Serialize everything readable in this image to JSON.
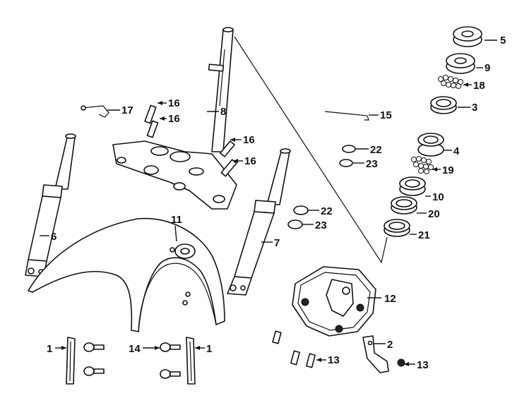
{
  "callouts": {
    "c1a": "1",
    "c1b": "1",
    "c2": "2",
    "c3": "3",
    "c4": "4",
    "c5": "5",
    "c6": "6",
    "c7": "7",
    "c8": "8",
    "c9": "9",
    "c10": "10",
    "c11": "11",
    "c12": "12",
    "c13a": "13",
    "c13b": "13",
    "c14": "14",
    "c15": "15",
    "c16a": "16",
    "c16b": "16",
    "c16c": "16",
    "c16d": "16",
    "c17": "17",
    "c18": "18",
    "c19": "19",
    "c20": "20",
    "c21": "21",
    "c22a": "22",
    "c22b": "22",
    "c23a": "23",
    "c23b": "23"
  }
}
